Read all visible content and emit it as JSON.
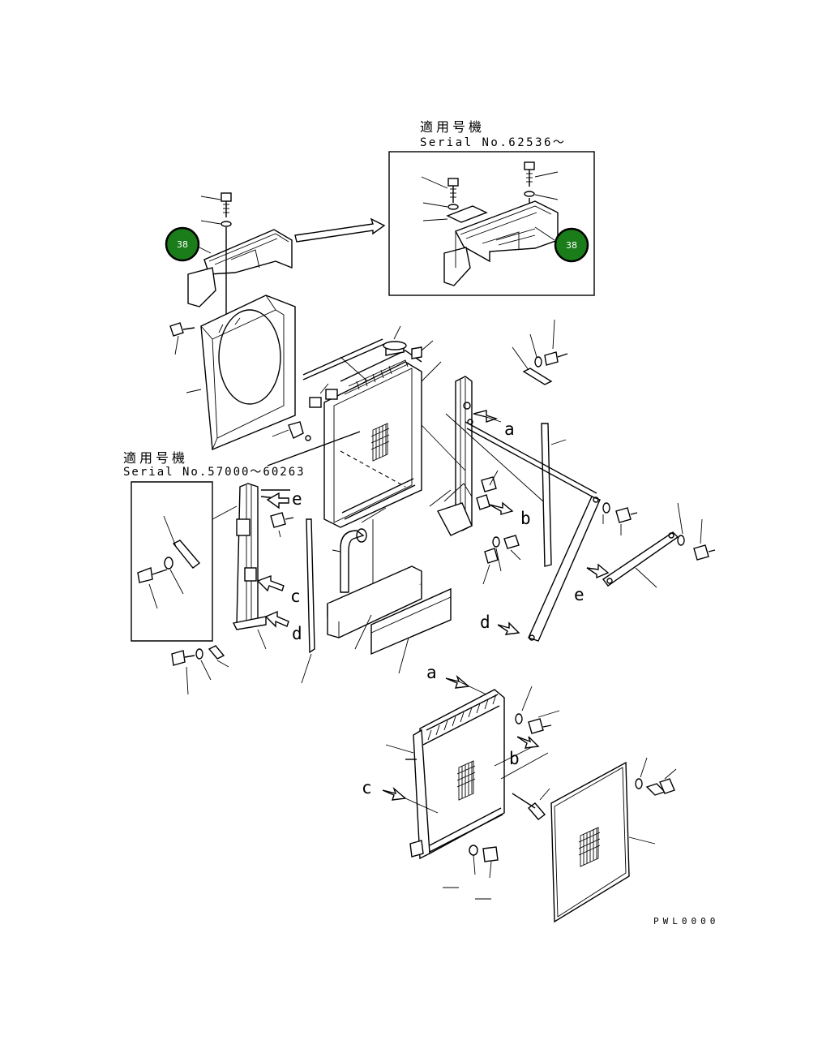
{
  "inset_top": {
    "applicability": "適用号機",
    "serial": "Serial No.62536～"
  },
  "inset_left": {
    "applicability": "適用号機",
    "serial": "Serial No.57000～60263"
  },
  "badges": [
    {
      "label": "38",
      "color": "#1a7d1a"
    },
    {
      "label": "38",
      "color": "#1a7d1a"
    }
  ],
  "callouts": [
    "a",
    "a",
    "b",
    "b",
    "c",
    "c",
    "d",
    "d",
    "e",
    "e"
  ],
  "drawing_code": "PWL0000",
  "colors": {
    "line": "#000000",
    "badge_fill": "#1a7d1a",
    "badge_ring": "#000000"
  }
}
